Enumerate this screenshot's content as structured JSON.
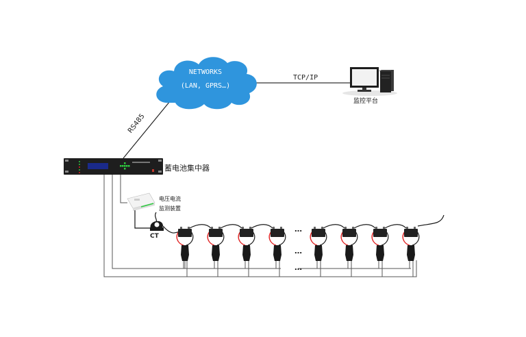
{
  "network": {
    "title": "NETWORKS",
    "subtitle": "(LAN, GPRS…)",
    "color": "#2f95dd"
  },
  "links": {
    "tcpip": "TCP/IP",
    "rs485": "RS485"
  },
  "monitor": {
    "label": "监控平台"
  },
  "concentrator": {
    "label": "蓄电池集中器"
  },
  "sensor": {
    "label_line1": "电压电流",
    "label_line2": "监测装置"
  },
  "ct": {
    "label": "CT"
  },
  "batteries": {
    "count_left": 4,
    "count_right": 4,
    "ellipsis": "…"
  },
  "colors": {
    "wire_red": "#e02020",
    "wire_black": "#1a1a1a",
    "bus_line": "#555555",
    "device_body": "#1e1e1e",
    "lcd": "#1a2a8a",
    "led_green": "#2ecc40"
  }
}
